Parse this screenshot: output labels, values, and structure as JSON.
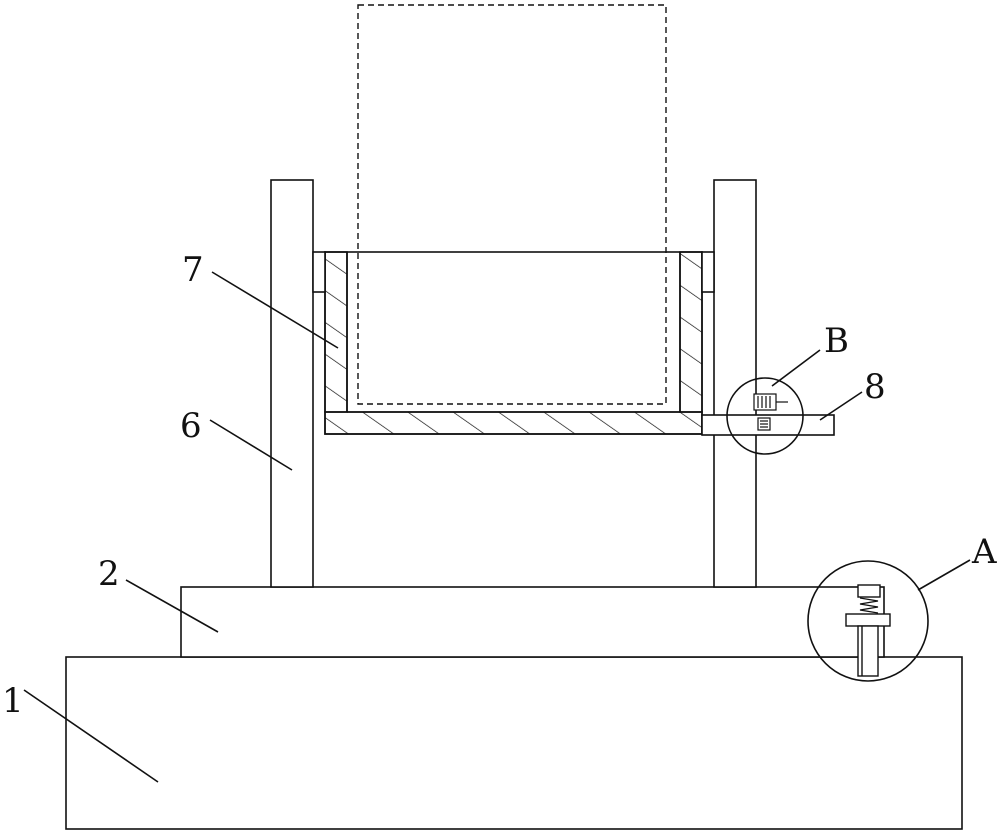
{
  "labels": {
    "base": "1",
    "platform": "2",
    "column": "6",
    "holder": "7",
    "plate": "8",
    "detail_a": "A",
    "detail_b": "B"
  },
  "colors": {
    "stroke": "#111111",
    "background": "#ffffff"
  }
}
